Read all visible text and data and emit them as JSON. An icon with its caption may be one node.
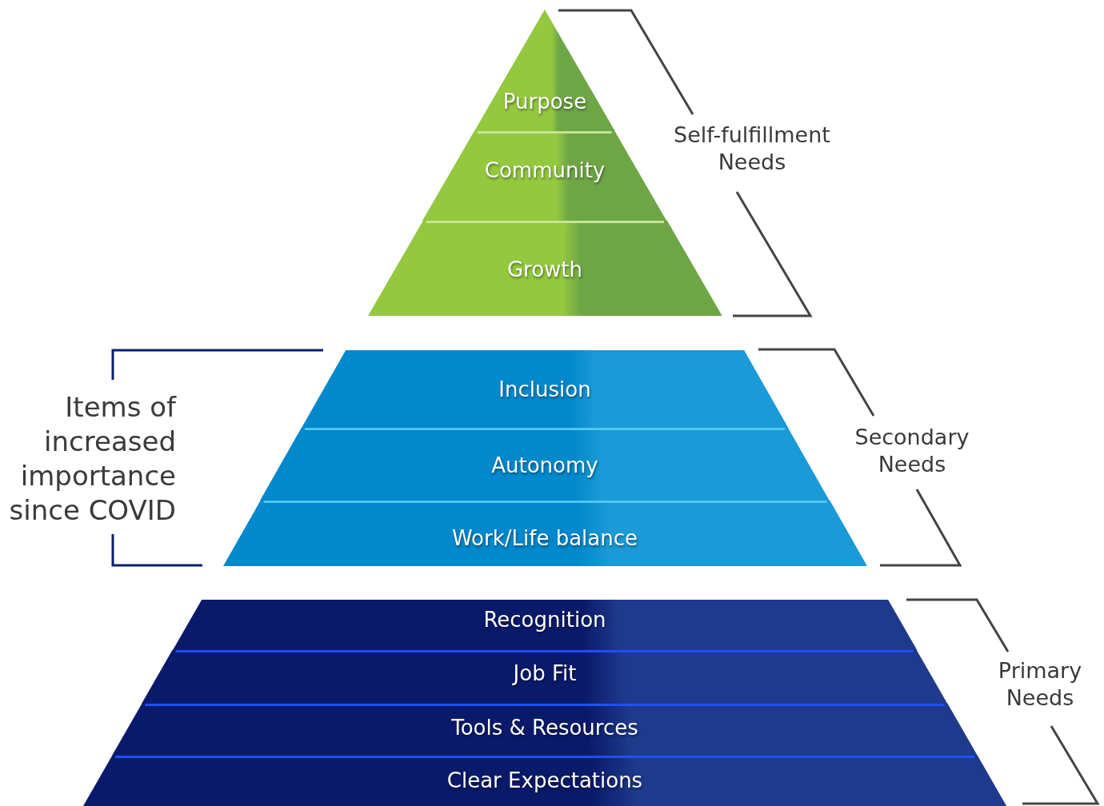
{
  "diagram": {
    "nodes": [
      {
        "text": [
          "Purpose"
        ]
      },
      {
        "text": [
          "Community"
        ]
      },
      {
        "text": [
          "Growth"
        ]
      },
      {
        "text": [
          "Inclusion"
        ]
      },
      {
        "text": [
          "Autonomy"
        ]
      },
      {
        "text": [
          "Work/Life balance"
        ]
      },
      {
        "text": [
          "Recognition"
        ]
      },
      {
        "text": [
          "Job Fit"
        ]
      },
      {
        "text": [
          "Tools & Resources"
        ]
      },
      {
        "text": [
          "Clear Expectations"
        ]
      }
    ],
    "labels": [
      "Self-fulfillment Needs",
      "Items of increased importance since COVID",
      "Secondary Needs",
      "Primary Needs"
    ]
  }
}
